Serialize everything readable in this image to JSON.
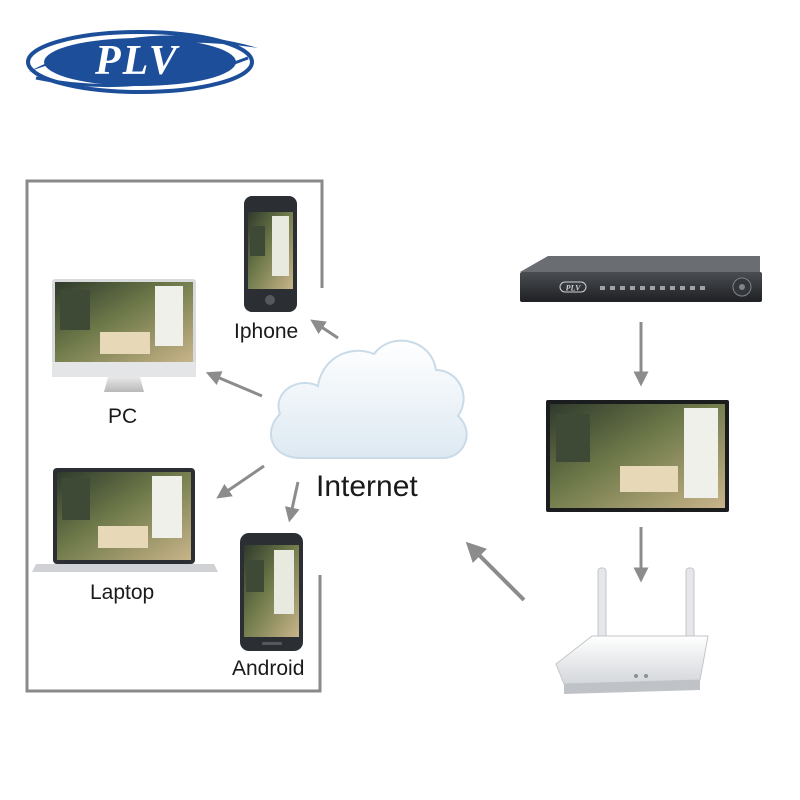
{
  "logo": {
    "text": "PLV"
  },
  "labels": {
    "iphone": "Iphone",
    "pc": "PC",
    "laptop": "Laptop",
    "android": "Android",
    "internet": "Internet"
  },
  "dvr_badge": "PLV",
  "colors": {
    "logo_blue": "#1d4e9a",
    "frame_gray": "#8a8a8a",
    "arrow_gray": "#8c8c8c",
    "device_dark": "#2b2e33",
    "cloud_edge": "#c9dbe8"
  }
}
